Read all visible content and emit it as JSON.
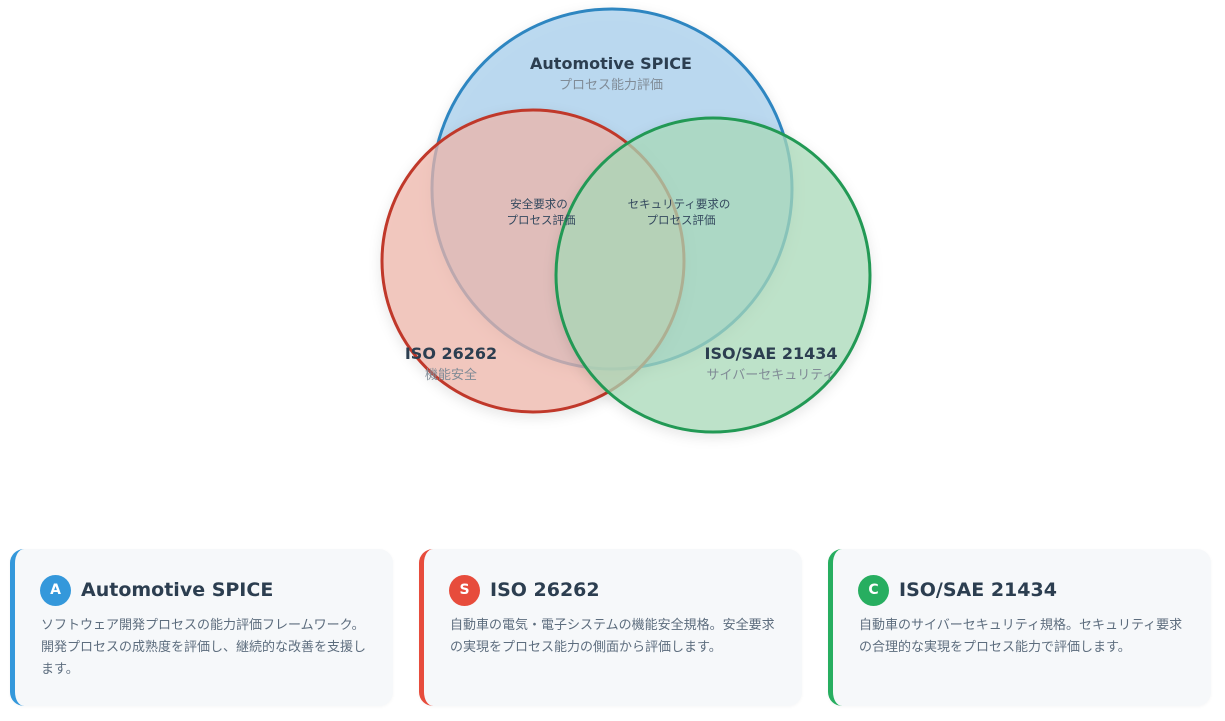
{
  "venn": {
    "sets": [
      {
        "key": "aspice",
        "title": "Automotive SPICE",
        "subtitle": "プロセス能力評価",
        "fill": "#aed3ee",
        "stroke": "#2e86c1"
      },
      {
        "key": "iso26262",
        "title": "ISO 26262",
        "subtitle": "機能安全",
        "fill": "#f0b6ab",
        "stroke": "#c0392b"
      },
      {
        "key": "iso21434",
        "title": "ISO/SAE 21434",
        "subtitle": "サイバーセキュリティ",
        "fill": "#a9dbb8",
        "stroke": "#229954"
      }
    ],
    "intersections": [
      {
        "key": "safety",
        "lines": [
          "安全要求の",
          "プロセス評価"
        ]
      },
      {
        "key": "security",
        "lines": [
          "セキュリティ要求の",
          "プロセス評価"
        ]
      }
    ]
  },
  "cards": [
    {
      "badge": "A",
      "title": "Automotive SPICE",
      "description": "ソフトウェア開発プロセスの能力評価フレームワーク。開発プロセスの成熟度を評価し、継続的な改善を支援します。",
      "color": "#3498db"
    },
    {
      "badge": "S",
      "title": "ISO 26262",
      "description": "自動車の電気・電子システムの機能安全規格。安全要求の実現をプロセス能力の側面から評価します。",
      "color": "#e74c3c"
    },
    {
      "badge": "C",
      "title": "ISO/SAE 21434",
      "description": "自動車のサイバーセキュリティ規格。セキュリティ要求の合理的な実現をプロセス能力で評価します。",
      "color": "#27ae60"
    }
  ]
}
